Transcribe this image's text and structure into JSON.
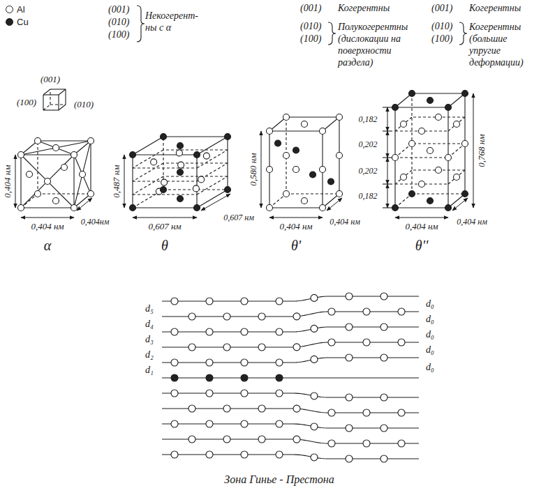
{
  "diagram": {
    "labels": [
      "(001)",
      "(010)",
      "(100)",
      "Некогерент- ны с α",
      "(001)",
      "Когерентны",
      "(010)",
      "(100)",
      "Полукогерентны (дислокации на поверхности раздела)",
      "(001)",
      "Когерентны",
      "(010)",
      "(100)",
      "Когерентны (большие упругие деформации)",
      "(001)",
      "(100)",
      "(010)",
      "0,404 нм",
      "0,404 нм",
      "0,404нм",
      "α",
      "0,487 нм",
      "0,607 нм",
      "0,607 нм",
      "θ",
      "0,580 нм",
      "0,404 нм",
      "0,404 нм",
      "θ'",
      "0,182",
      "0,202",
      "0,202",
      "0,182",
      "0,768 нм",
      "0,404 нм",
      "0,404 нм",
      "θ''",
      "d₅",
      "d₄",
      "d₃",
      "d₂",
      "d₁",
      "d₀",
      "d₀",
      "d₀",
      "d₀",
      "d₀",
      "Зона Гинье - Престона"
    ],
    "legend": [
      {
        "text": "Al",
        "color": "#ffffff"
      },
      {
        "text": "Cu",
        "color": "#222222"
      }
    ]
  }
}
